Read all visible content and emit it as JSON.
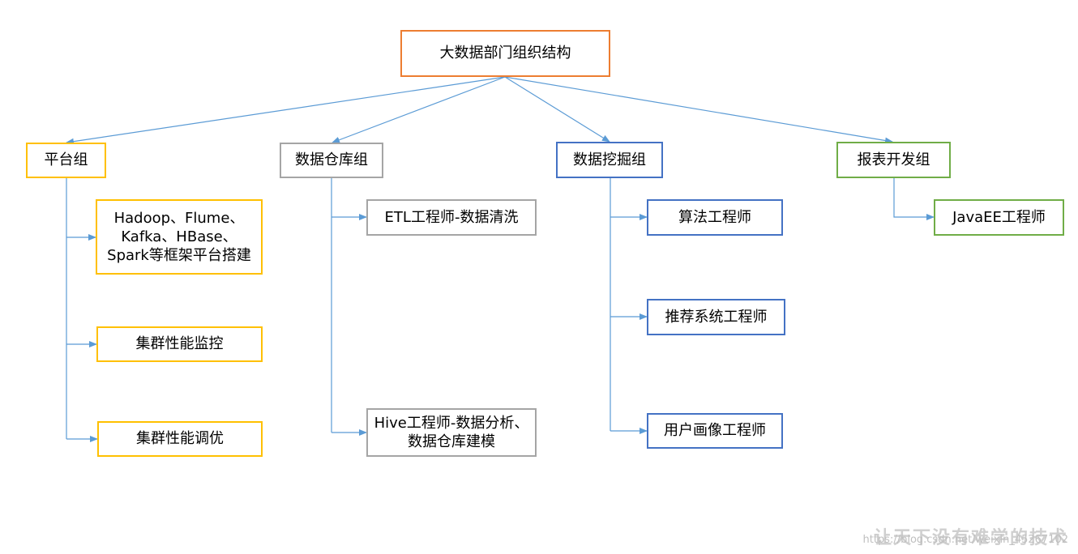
{
  "root": {
    "label": "大数据部门组织结构"
  },
  "groups": [
    {
      "label": "平台组",
      "color": "#FFC000",
      "items": [
        "Hadoop、Flume、Kafka、HBase、Spark等框架平台搭建",
        "集群性能监控",
        "集群性能调优"
      ]
    },
    {
      "label": "数据仓库组",
      "color": "#A5A5A5",
      "items": [
        "ETL工程师-数据清洗",
        "Hive工程师-数据分析、数据仓库建模"
      ]
    },
    {
      "label": "数据挖掘组",
      "color": "#4472C4",
      "items": [
        "算法工程师",
        "推荐系统工程师",
        "用户画像工程师"
      ]
    },
    {
      "label": "报表开发组",
      "color": "#70AD47",
      "items": [
        "JavaEE工程师"
      ]
    }
  ],
  "root_color": "#ED7D31",
  "connector_color": "#5B9BD5",
  "watermark": {
    "url": "https://blog.csdn.net/weixin_45267102",
    "text": "让天下没有难学的技术"
  }
}
